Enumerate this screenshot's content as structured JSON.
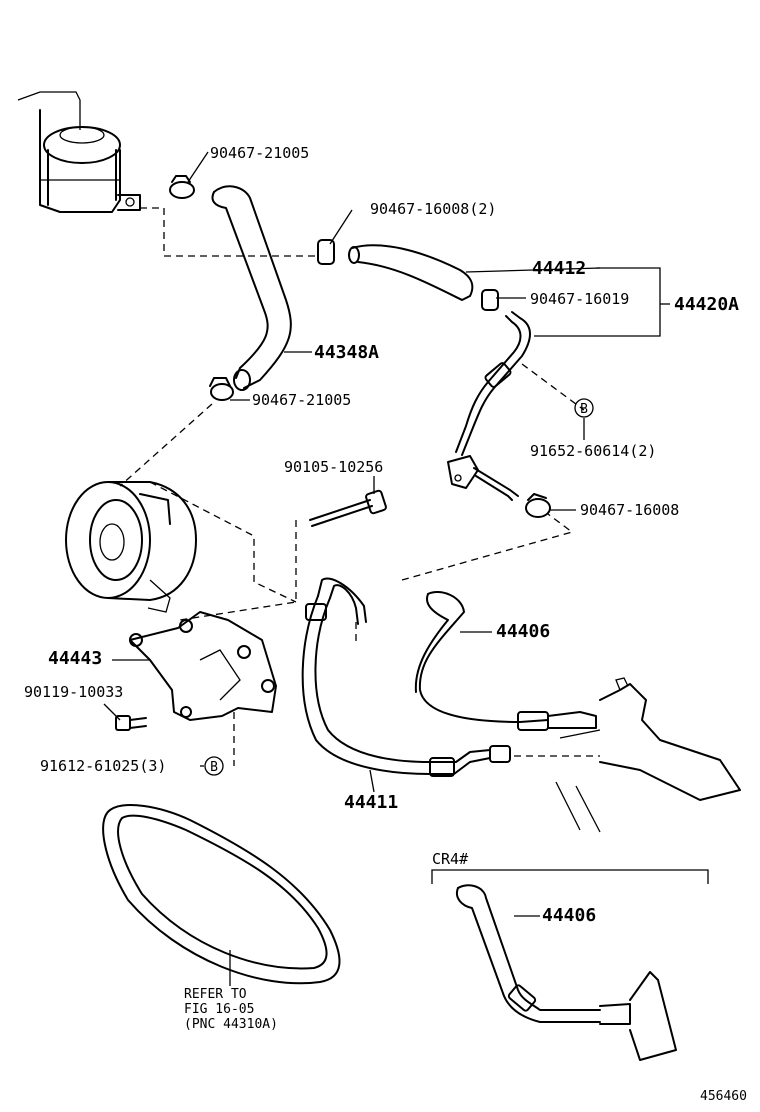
{
  "labels": {
    "clamp_21005_top": "90467-21005",
    "clamp_16008_2": "90467-16008(2)",
    "hose_44412": "44412",
    "clamp_16019": "90467-16019",
    "group_44420A": "44420A",
    "hose_44348A": "44348A",
    "clamp_21005_bottom": "90467-21005",
    "ref_b_1": "B",
    "bolt_60614": "91652-60614(2)",
    "bolt_10256": "90105-10256",
    "clamp_16008": "90467-16008",
    "hose_44406": "44406",
    "bracket_44443": "44443",
    "bolt_10033": "90119-10033",
    "bolt_61025": "91612-61025(3)",
    "ref_b_2": "B",
    "hose_44411": "44411",
    "variant_cr4": "CR4#",
    "hose_44406_cr4": "44406",
    "refer_line1": "REFER TO",
    "refer_line2": "FIG 16-05",
    "refer_line3": "(PNC 44310A)",
    "figure_number": "456460"
  }
}
